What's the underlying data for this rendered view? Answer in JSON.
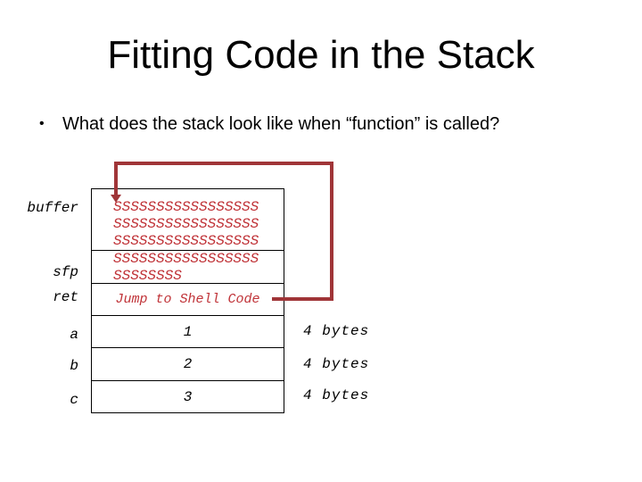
{
  "title": "Fitting Code in the Stack",
  "bullet": {
    "marker": "•",
    "text": "What does the stack look like when “function” is called?"
  },
  "stack": {
    "side_labels": [
      "buffer",
      "sfp",
      "ret",
      "a",
      "b",
      "c"
    ],
    "buffer_lines": [
      "SSSSSSSSSSSSSSSSS",
      "SSSSSSSSSSSSSSSSS",
      "SSSSSSSSSSSSSSSSS"
    ],
    "sfp_lines": [
      "SSSSSSSSSSSSSSSSS",
      "SSSSSSSS"
    ],
    "ret_text": "Jump to Shell Code",
    "var_values": [
      "1",
      "2",
      "3"
    ],
    "byte_labels": [
      "4 bytes",
      "4 bytes",
      "4 bytes"
    ]
  },
  "colors": {
    "overflow_text": "#c03338",
    "arrow": "#a03538"
  }
}
